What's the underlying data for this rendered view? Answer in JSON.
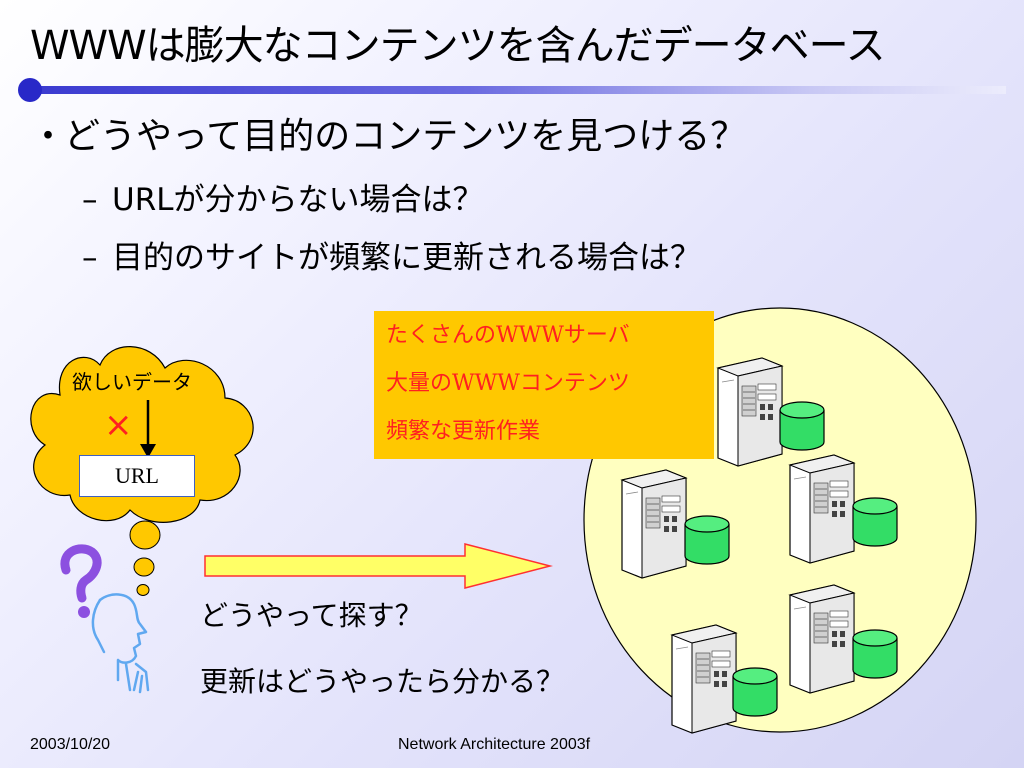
{
  "title": "WWWは膨大なコンテンツを含んだデータベース",
  "bullet": {
    "marker": "・",
    "text": "どうやって目的のコンテンツを見つける？",
    "subitems": [
      {
        "dash": "–",
        "text": "URLが分からない場合は？"
      },
      {
        "dash": "–",
        "text": "目的のサイトが頻繁に更新される場合は？"
      }
    ]
  },
  "orange_box": {
    "lines": [
      "たくさんのWWWサーバ",
      "大量のWWWコンテンツ",
      "頻繁な更新作業"
    ]
  },
  "thought": {
    "want_label": "欲しいデータ",
    "cross": "×",
    "url_label": "URL"
  },
  "questions": {
    "q1": "どうやって探す？",
    "q2": "更新はどうやったら分かる？"
  },
  "footer": {
    "date": "2003/10/20",
    "course": "Network Architecture 2003f"
  },
  "colors": {
    "title_bar": "#3a3ad0",
    "orange_box": "#ffc800",
    "red_text": "#ff2020",
    "cloud": "#ffc800",
    "circle": "#ffffc0",
    "arrow": "#ffff66",
    "database": "#33dd66"
  },
  "icons": [
    "thinking-person-icon",
    "question-mark-icon",
    "server-icon",
    "database-icon",
    "arrow-icon",
    "cloud-icon"
  ]
}
